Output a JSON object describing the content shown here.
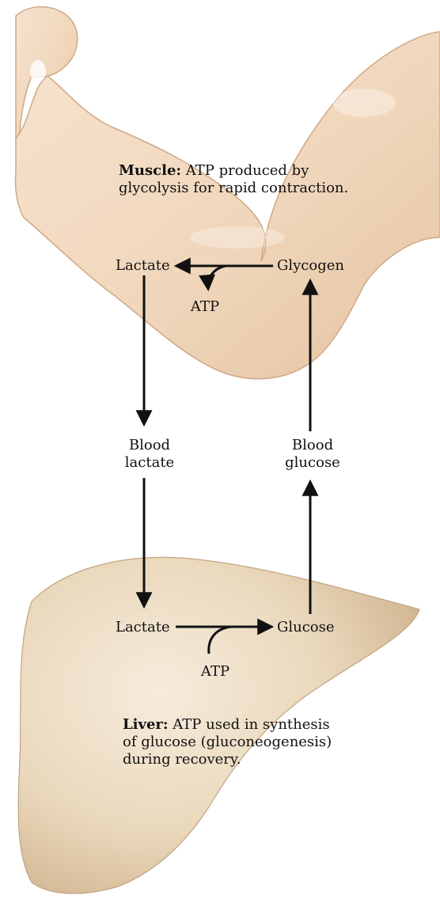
{
  "muscle": {
    "caption_bold": "Muscle:",
    "caption_line1_rest": " ATP produced by",
    "caption_line2": "glycolysis for rapid contraction.",
    "lactate": "Lactate",
    "glycogen": "Glycogen",
    "atp": "ATP"
  },
  "blood": {
    "lactate_line1": "Blood",
    "lactate_line2": "lactate",
    "glucose_line1": "Blood",
    "glucose_line2": "glucose"
  },
  "liver": {
    "lactate": "Lactate",
    "glucose": "Glucose",
    "atp": "ATP",
    "caption_bold": "Liver:",
    "caption_line1_rest": " ATP used in synthesis",
    "caption_line2": "of glucose (gluconeogenesis)",
    "caption_line3": "during recovery."
  },
  "colors": {
    "skin": "#f3dcc4",
    "skin_shadow": "#dcb899",
    "liver": "#e9d7bb",
    "liver_shadow": "#c9ad88",
    "arrow": "#111111"
  }
}
